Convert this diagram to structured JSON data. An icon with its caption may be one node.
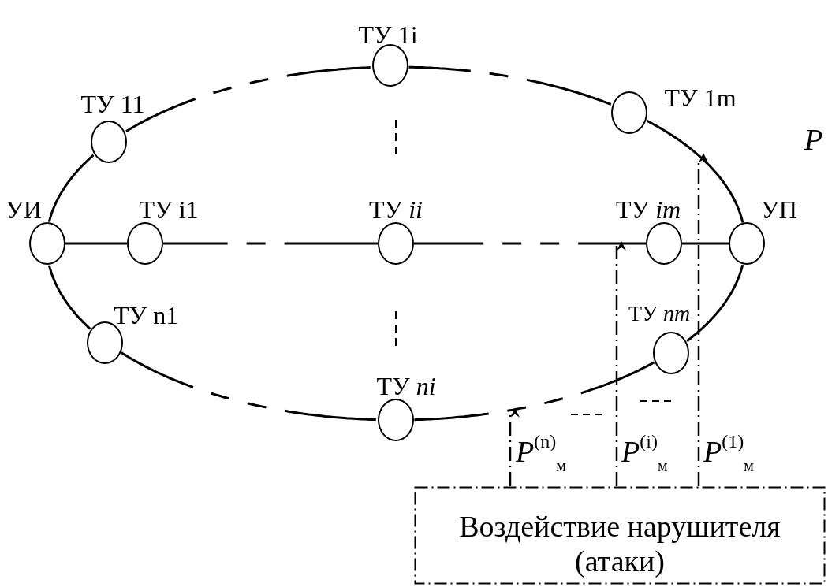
{
  "diagram": {
    "nodes": [
      {
        "text": [
          "ТУ 1i"
        ]
      },
      {
        "text": [
          "ТУ 11"
        ]
      },
      {
        "text": [
          "ТУ 1m"
        ]
      },
      {
        "text": [
          "УИ"
        ]
      },
      {
        "text": [
          "ТУ i1"
        ]
      },
      {
        "text": [
          "ТУ *ii*"
        ]
      },
      {
        "text": [
          "ТУ *im*"
        ]
      },
      {
        "text": [
          "УП"
        ]
      },
      {
        "text": [
          "ТУ n1"
        ]
      },
      {
        "text": [
          "ТУ *nm*"
        ]
      },
      {
        "text": [
          "ТУ *ni*"
        ]
      },
      {
        "text": [
          "Воздействие нарушителя (атаки)"
        ]
      }
    ],
    "edges": [
      {
        "from": 3,
        "to": 1,
        "arrow": "none"
      },
      {
        "from": 1,
        "to": 0,
        "arrow": "none",
        "style": "dashed"
      },
      {
        "from": 0,
        "to": 2,
        "arrow": "none",
        "style": "dashed"
      },
      {
        "from": 2,
        "to": 7,
        "arrow": "none"
      },
      {
        "from": 3,
        "to": 4,
        "arrow": "none"
      },
      {
        "from": 4,
        "to": 5,
        "arrow": "none",
        "style": "dashed"
      },
      {
        "from": 5,
        "to": 6,
        "arrow": "none",
        "style": "dashed"
      },
      {
        "from": 6,
        "to": 7,
        "arrow": "none"
      },
      {
        "from": 3,
        "to": 8,
        "arrow": "none"
      },
      {
        "from": 8,
        "to": 10,
        "arrow": "none",
        "style": "dashed"
      },
      {
        "from": 10,
        "to": 9,
        "arrow": "none",
        "style": "dashed"
      },
      {
        "from": 9,
        "to": 7,
        "arrow": "none"
      },
      {
        "from": 11,
        "to": null,
        "arrow": "to",
        "label": "*P*$^{(n)}$$_{м}$",
        "style": "dashed"
      },
      {
        "from": 11,
        "to": null,
        "arrow": "to",
        "label": "*P*$^{(i)}$$_{м}$",
        "style": "dashed"
      },
      {
        "from": 11,
        "to": null,
        "arrow": "to",
        "label": "*P*$^{(1)}$$_{м}$",
        "style": "dashed"
      }
    ],
    "labels": [
      "P"
    ]
  }
}
